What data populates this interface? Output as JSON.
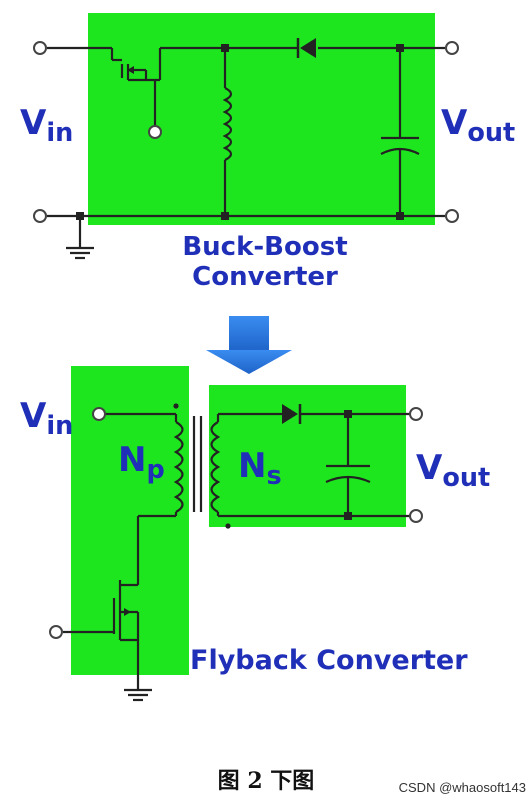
{
  "diagram": {
    "buck_boost": {
      "vin_main": "V",
      "vin_sub": "in",
      "vout_main": "V",
      "vout_sub": "out",
      "title_line1": "Buck-Boost",
      "title_line2": "Converter"
    },
    "flyback": {
      "vin_main": "V",
      "vin_sub": "in",
      "vout_main": "V",
      "vout_sub": "out",
      "np_main": "N",
      "np_sub": "p",
      "ns_main": "N",
      "ns_sub": "s",
      "title": "Flyback Converter"
    },
    "caption": "图 2 下图",
    "watermark": "CSDN @whaosoft143"
  },
  "colors": {
    "panel_green": "#1ee61e",
    "wire": "#222222",
    "label_blue": "#1f2fb8",
    "arrow_blue": "#2c7be5"
  }
}
